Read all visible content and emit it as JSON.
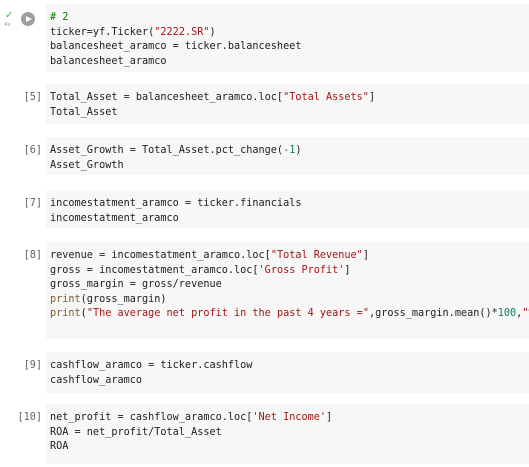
{
  "cells": [
    {
      "prompt": "",
      "status": {
        "check": "✓",
        "time": "4s"
      },
      "lines": [
        [
          {
            "t": "# 2",
            "c": "com"
          }
        ],
        [
          {
            "t": "ticker=yf.Ticker(",
            "c": ""
          },
          {
            "t": "\"2222.SR\"",
            "c": "str"
          },
          {
            "t": ")",
            "c": ""
          }
        ],
        [
          {
            "t": "balancesheet_aramco = ticker.balancesheet",
            "c": ""
          }
        ],
        [
          {
            "t": "balancesheet_aramco",
            "c": ""
          }
        ]
      ]
    },
    {
      "prompt": "[5]",
      "lines": [
        [
          {
            "t": "Total_Asset = balancesheet_aramco.loc[",
            "c": ""
          },
          {
            "t": "\"Total Assets\"",
            "c": "str"
          },
          {
            "t": "]",
            "c": ""
          }
        ],
        [
          {
            "t": "Total_Asset",
            "c": ""
          }
        ]
      ]
    },
    {
      "prompt": "[6]",
      "lines": [
        [
          {
            "t": "Asset_Growth = Total_Asset.pct_change(",
            "c": ""
          },
          {
            "t": "-1",
            "c": "num"
          },
          {
            "t": ")",
            "c": ""
          }
        ],
        [
          {
            "t": "Asset_Growth",
            "c": ""
          }
        ]
      ]
    },
    {
      "prompt": "[7]",
      "lines": [
        [
          {
            "t": "incomestatment_aramco = ticker.financials",
            "c": ""
          }
        ],
        [
          {
            "t": "incomestatment_aramco",
            "c": ""
          }
        ]
      ]
    },
    {
      "prompt": "[8]",
      "lines": [
        [
          {
            "t": "revenue = incomestatment_aramco.loc[",
            "c": ""
          },
          {
            "t": "\"Total Revenue\"",
            "c": "str"
          },
          {
            "t": "]",
            "c": ""
          }
        ],
        [
          {
            "t": "gross = incomestatment_aramco.loc[",
            "c": ""
          },
          {
            "t": "'Gross Profit'",
            "c": "str"
          },
          {
            "t": "]",
            "c": ""
          }
        ],
        [
          {
            "t": "gross_margin = gross/revenue",
            "c": ""
          }
        ],
        [
          {
            "t": "print",
            "c": "fn"
          },
          {
            "t": "(gross_margin)",
            "c": ""
          }
        ],
        [
          {
            "t": "print",
            "c": "fn"
          },
          {
            "t": "(",
            "c": ""
          },
          {
            "t": "\"The average net profit in the past 4 years =\"",
            "c": "str"
          },
          {
            "t": ",gross_margin.mean()*",
            "c": ""
          },
          {
            "t": "100",
            "c": "num"
          },
          {
            "t": ",",
            "c": ""
          },
          {
            "t": "\"%\"",
            "c": "str"
          },
          {
            "t": ")",
            "c": ""
          }
        ]
      ]
    },
    {
      "prompt": "[9]",
      "lines": [
        [
          {
            "t": "cashflow_aramco = ticker.cashflow",
            "c": ""
          }
        ],
        [
          {
            "t": "cashflow_aramco",
            "c": ""
          }
        ]
      ]
    },
    {
      "prompt": "[10]",
      "lines": [
        [
          {
            "t": "net_profit = cashflow_aramco.loc[",
            "c": ""
          },
          {
            "t": "'Net Income'",
            "c": "str"
          },
          {
            "t": "]",
            "c": ""
          }
        ],
        [
          {
            "t": "ROA = net_profit/Total_Asset",
            "c": ""
          }
        ],
        [
          {
            "t": "ROA",
            "c": ""
          }
        ]
      ]
    }
  ]
}
